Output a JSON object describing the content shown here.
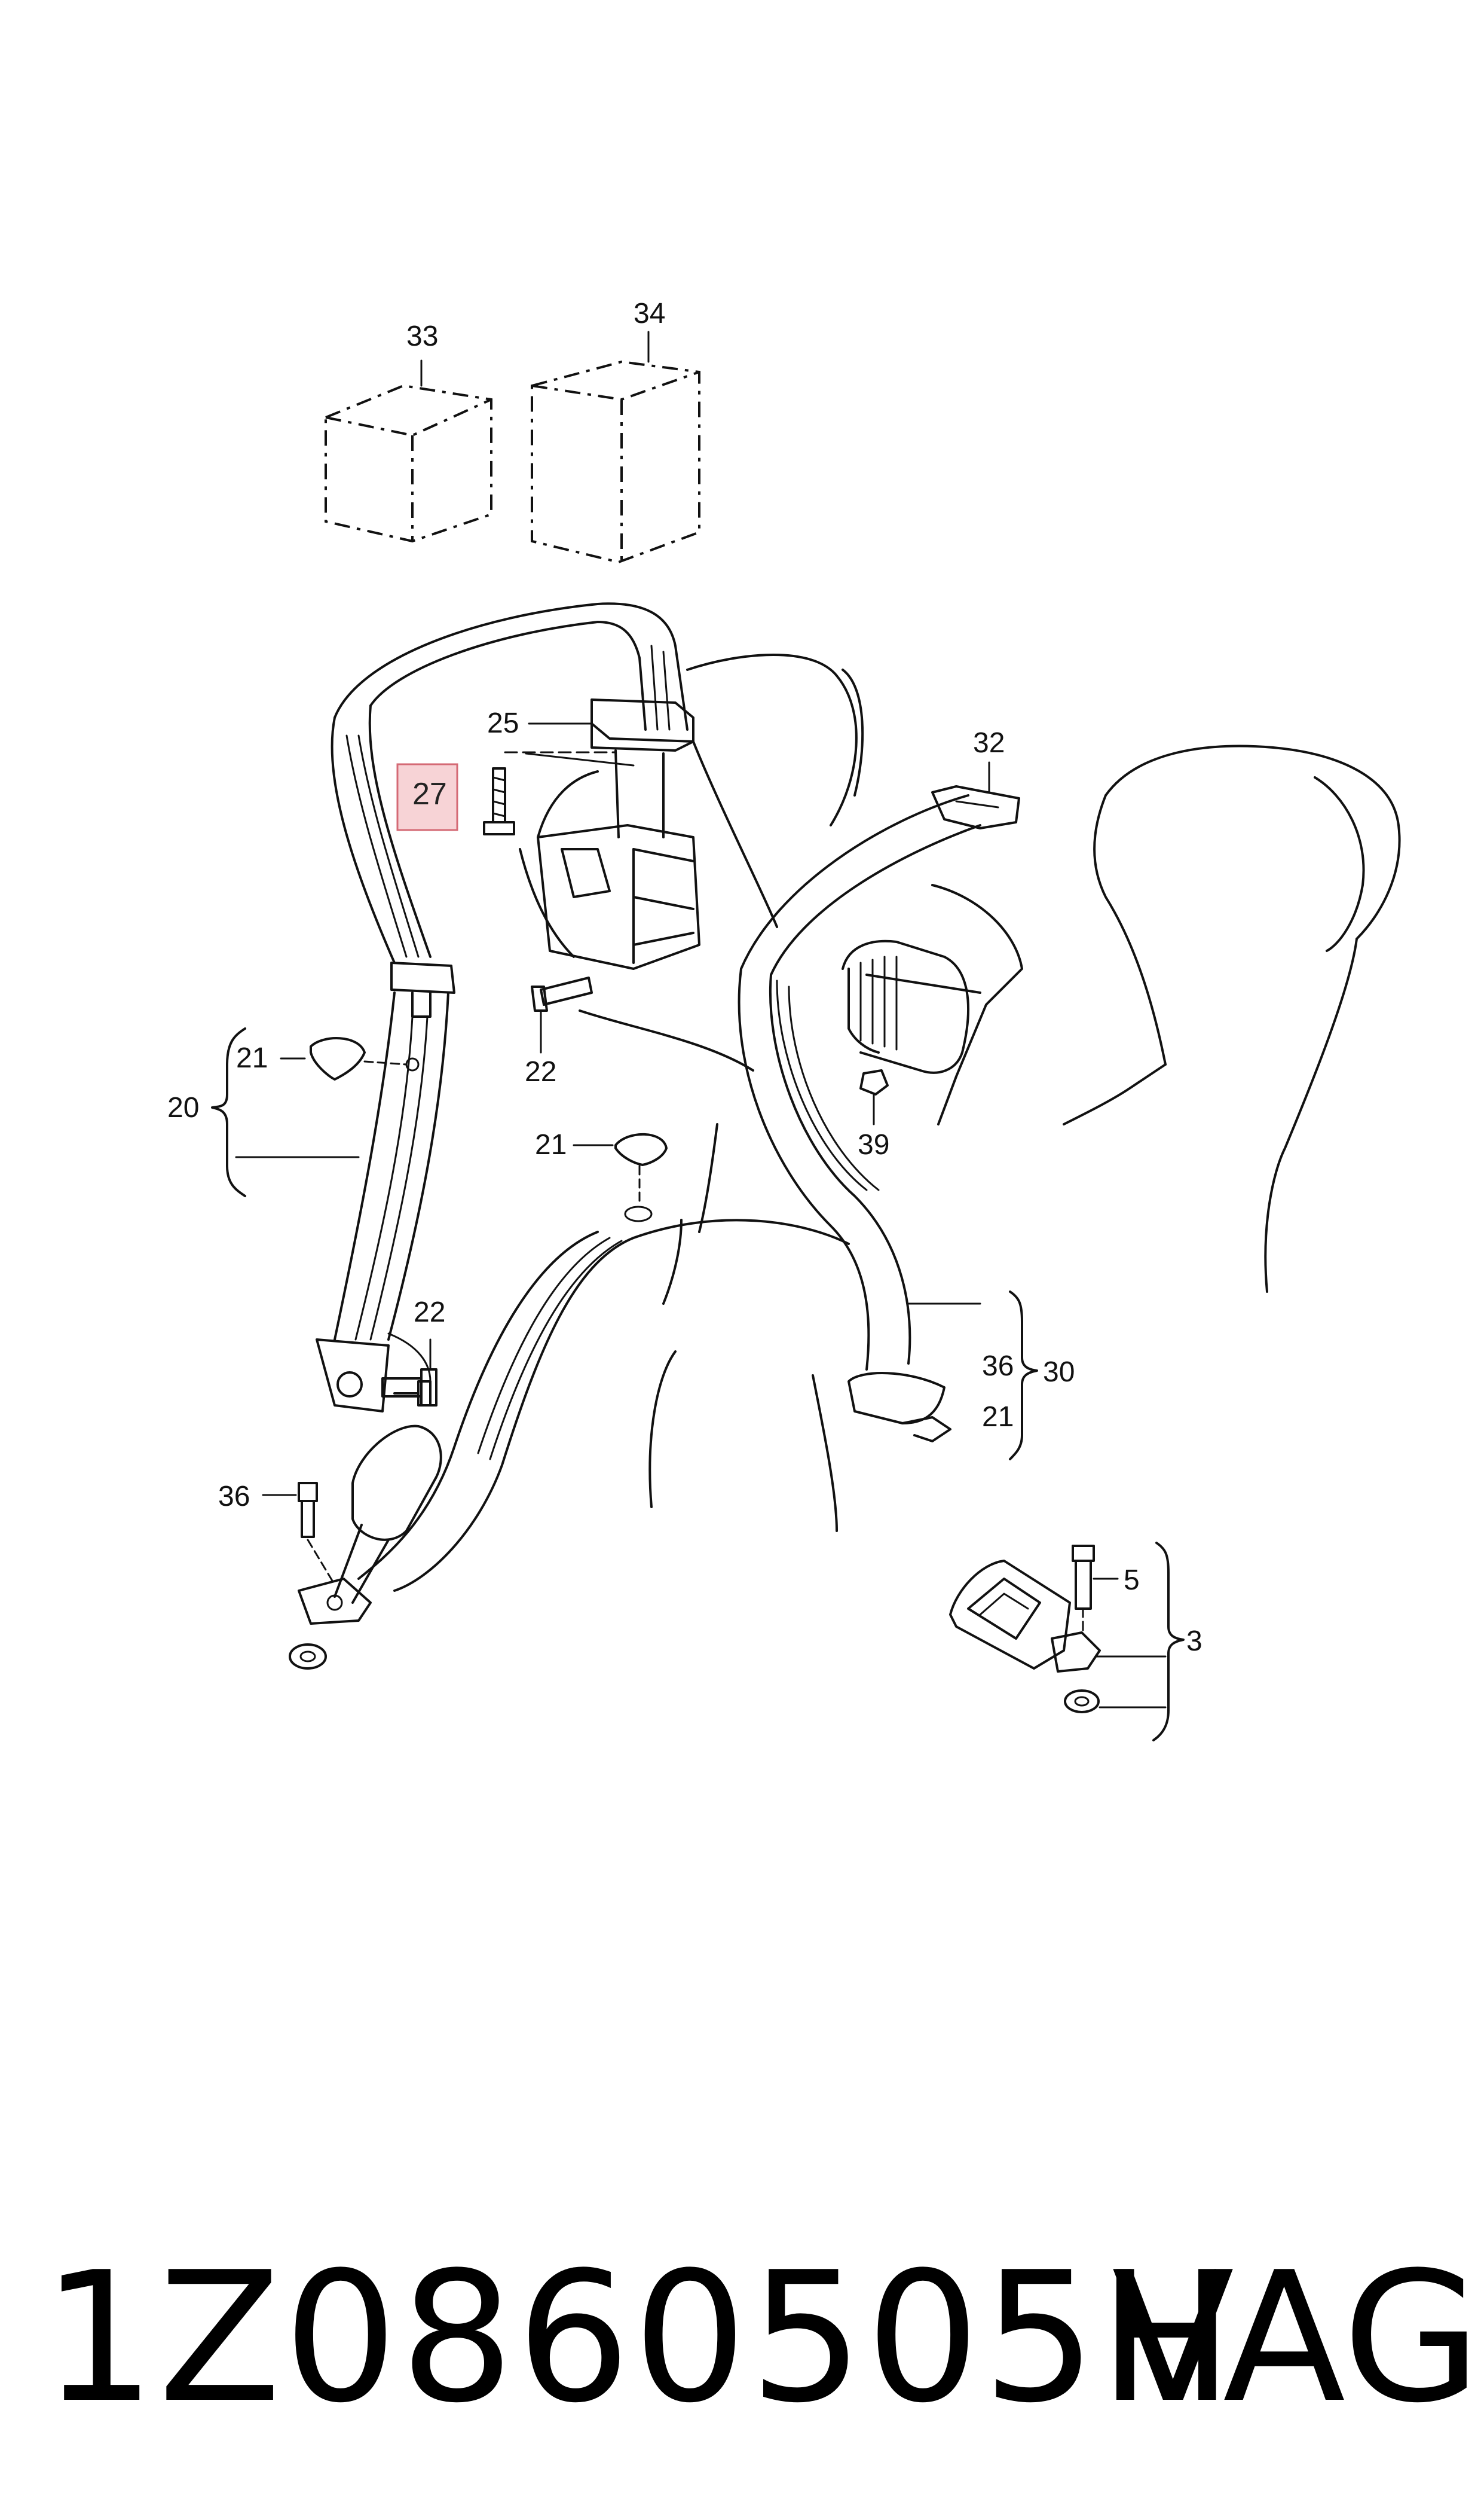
{
  "callouts": {
    "c33": "33",
    "c34": "34",
    "c25": "25",
    "c27": "27",
    "c32": "32",
    "c21a": "21",
    "c20": "20",
    "c22a": "22",
    "c21b": "21",
    "c39": "39",
    "c22b": "22",
    "c36a": "36",
    "c30": "30",
    "c21c": "21",
    "c36b": "36",
    "c5": "5",
    "c3": "3"
  },
  "footer": {
    "part_number": "1Z0860505H",
    "brand": "VAG"
  },
  "highlight_color": "#f7d3d6"
}
